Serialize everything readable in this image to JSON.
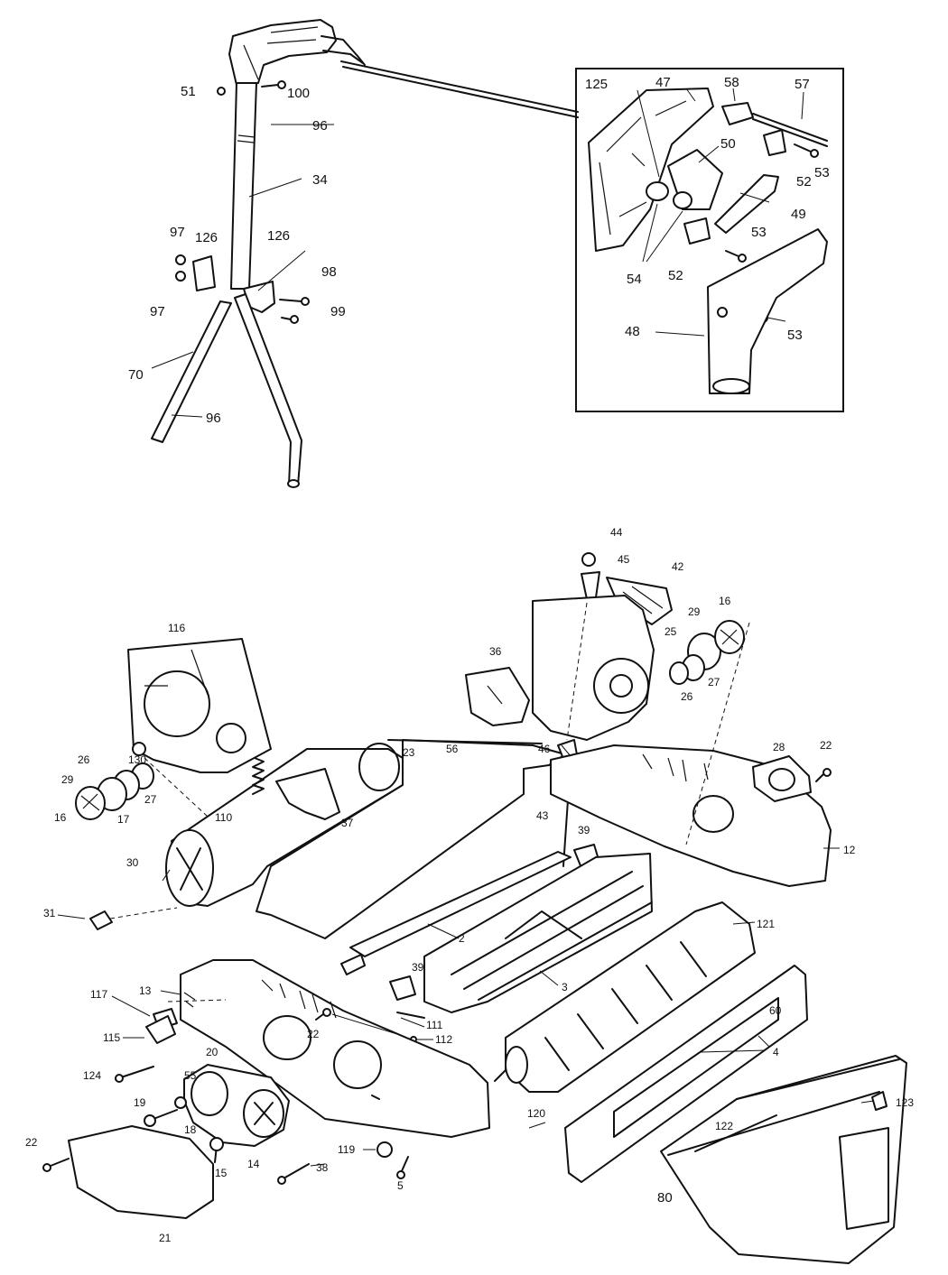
{
  "diagram": {
    "labels": {
      "l51": "51",
      "l100": "100",
      "l96a": "96",
      "l34": "34",
      "l97a": "97",
      "l126a": "126",
      "l126b": "126",
      "l98": "98",
      "l97b": "97",
      "l99": "99",
      "l70": "70",
      "l96b": "96",
      "l125": "125",
      "l47": "47",
      "l58": "58",
      "l57": "57",
      "l50": "50",
      "l53a": "53",
      "l52a": "52",
      "l49": "49",
      "l53b": "53",
      "l54": "54",
      "l52b": "52",
      "l48": "48",
      "l53c": "53",
      "l44": "44",
      "l45": "45",
      "l42": "42",
      "l116": "116",
      "l36": "36",
      "l29a": "29",
      "l16a": "16",
      "l25": "25",
      "l26a": "26",
      "l27a": "27",
      "l23": "23",
      "l56": "56",
      "l46": "46",
      "l28": "28",
      "l22a": "22",
      "l26b": "26",
      "l130": "130",
      "l29b": "29",
      "l27b": "27",
      "l16b": "16",
      "l17": "17",
      "l110": "110",
      "l37": "37",
      "l43": "43",
      "l39a": "39",
      "l12": "12",
      "l30": "30",
      "l31": "31",
      "l121": "121",
      "l2": "2",
      "l3": "3",
      "l39b": "39",
      "l13": "13",
      "l117": "117",
      "l115": "115",
      "l111": "111",
      "l112": "112",
      "l22b": "22",
      "l60": "60",
      "l4": "4",
      "l20": "20",
      "l124": "124",
      "l55": "55",
      "l19": "19",
      "l18": "18",
      "l120": "120",
      "l123": "123",
      "l122": "122",
      "l22c": "22",
      "l15": "15",
      "l14": "14",
      "l38": "38",
      "l119": "119",
      "l5": "5",
      "l80": "80",
      "l21": "21"
    }
  }
}
